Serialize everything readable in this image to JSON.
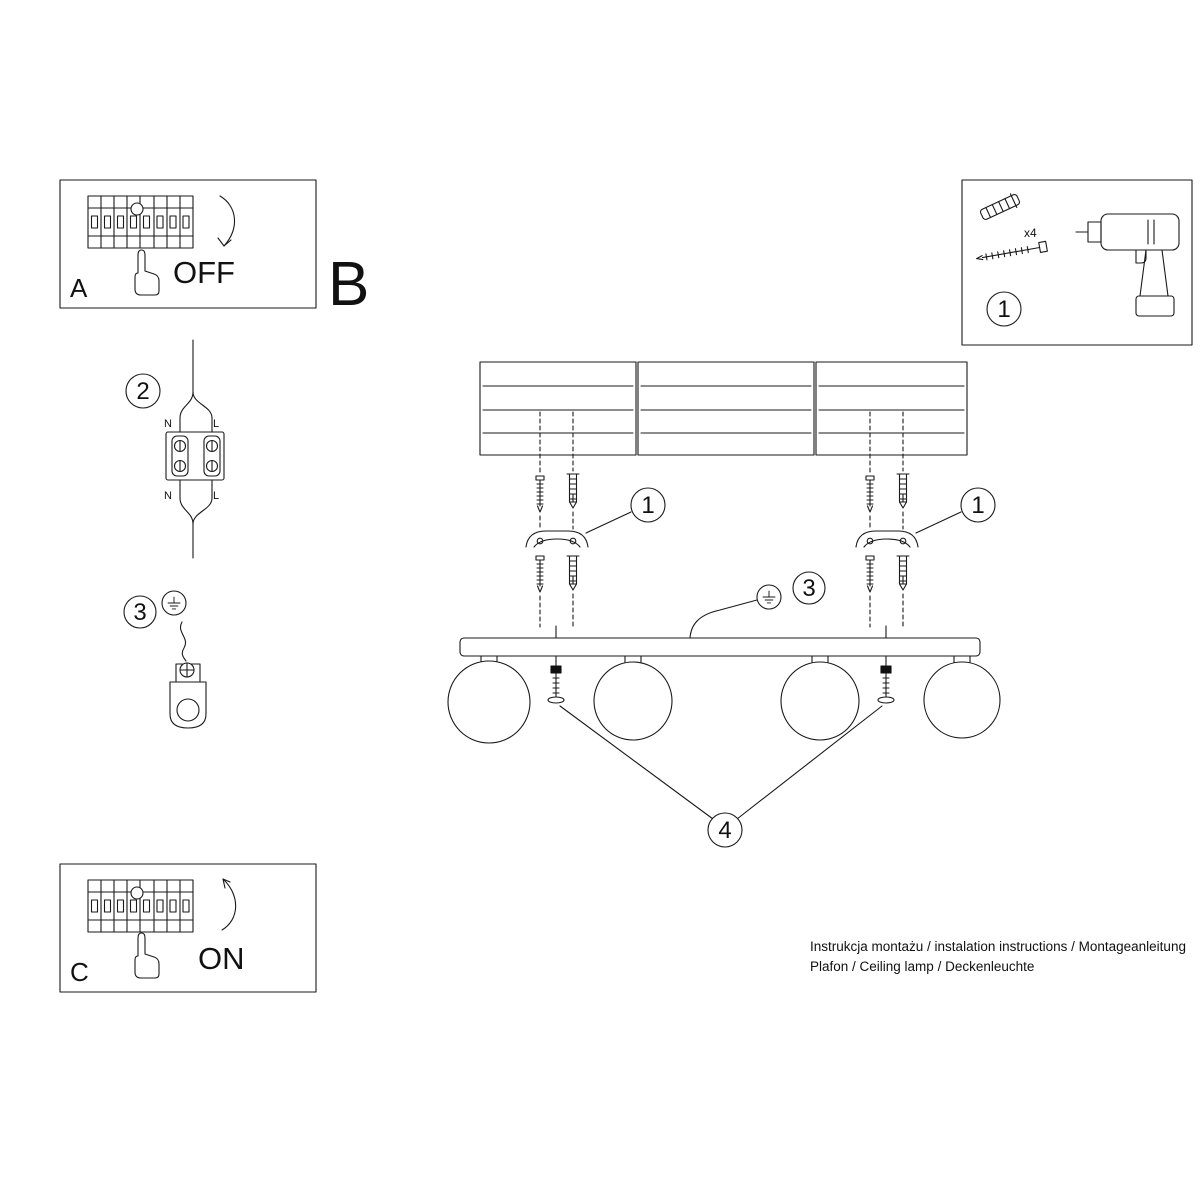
{
  "labels": {
    "panel_a": "A",
    "panel_a_state": "OFF",
    "section_b": "B",
    "step2_num": "2",
    "terminal_n": "N",
    "terminal_l": "L",
    "step3_num": "3",
    "panel_c": "C",
    "panel_c_state": "ON",
    "tools_num": "1",
    "anchor_qty": "x4",
    "callout_screws_left": "1",
    "callout_screws_right": "1",
    "callout_ground": "3",
    "callout_bolts": "4"
  },
  "footer": {
    "line1": "Instrukcja montażu / instalation instructions / Montageanleitung",
    "line2": "Plafon / Ceiling lamp / Deckenleuchte"
  }
}
